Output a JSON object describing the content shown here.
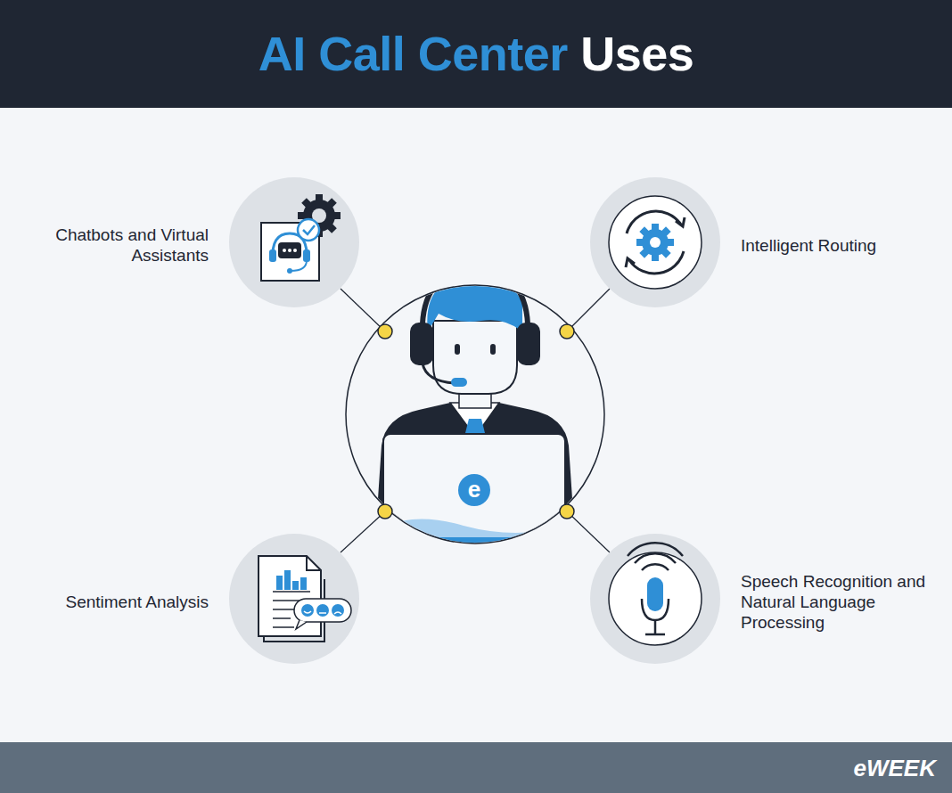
{
  "diagram": {
    "title": "AI Call Center Uses",
    "nodes": [
      {
        "text": [
          "Chatbots and Virtual Assistants"
        ]
      },
      {
        "text": [
          "Intelligent Routing"
        ]
      },
      {
        "text": [
          "Sentiment Analysis"
        ]
      },
      {
        "text": [
          "Speech Recognition and Natural Language Processing"
        ]
      }
    ],
    "labels": [
      "e",
      "eWEEK"
    ]
  }
}
